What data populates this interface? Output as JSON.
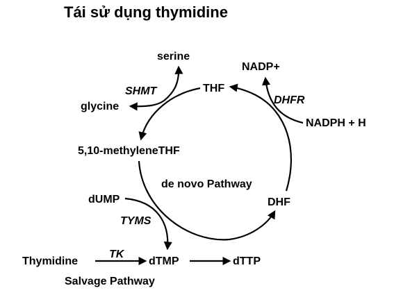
{
  "title": "Tái sử dụng thymidine",
  "metabolites": {
    "serine": "serine",
    "glycine": "glycine",
    "thf": "THF",
    "nadp": "NADP+",
    "nadph": "NADPH + H",
    "methylene_thf": "5,10-methyleneTHF",
    "dump": "dUMP",
    "dhf": "DHF",
    "thymidine": "Thymidine",
    "dtmp": "dTMP",
    "dttp": "dTTP"
  },
  "enzymes": {
    "shmt": "SHMT",
    "dhfr": "DHFR",
    "tyms": "TYMS",
    "tk": "TK"
  },
  "pathways": {
    "de_novo": "de novo Pathway",
    "salvage": "Salvage Pathway"
  }
}
